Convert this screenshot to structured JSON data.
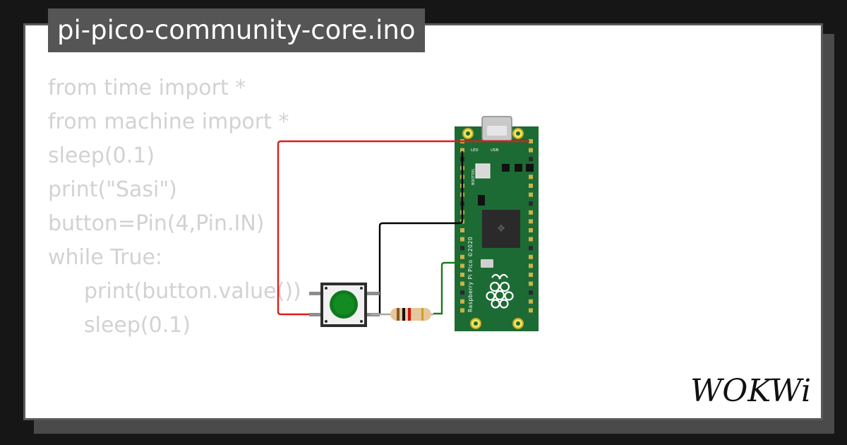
{
  "window": {
    "title": "pi-pico-community-core.ino"
  },
  "code": {
    "lines": [
      "from time import *",
      "from machine import *",
      "sleep(0.1)",
      "print(\"Sasi\")",
      "button=Pin(4,Pin.IN)",
      "while True:",
      "print(button.value())",
      "sleep(0.1)"
    ]
  },
  "board": {
    "led_label": "LED",
    "usb_label": "USB",
    "bootsel_label": "BOOTSEL",
    "name": "Raspberry Pi Pico ©2020"
  },
  "brand": {
    "logo": "WOKWi"
  },
  "colors": {
    "wire_power": "#e01b1b",
    "wire_ground": "#000000",
    "wire_signal": "#1a7a1a",
    "board": "#1d6b34",
    "button_cap": "#0f7a1b"
  }
}
